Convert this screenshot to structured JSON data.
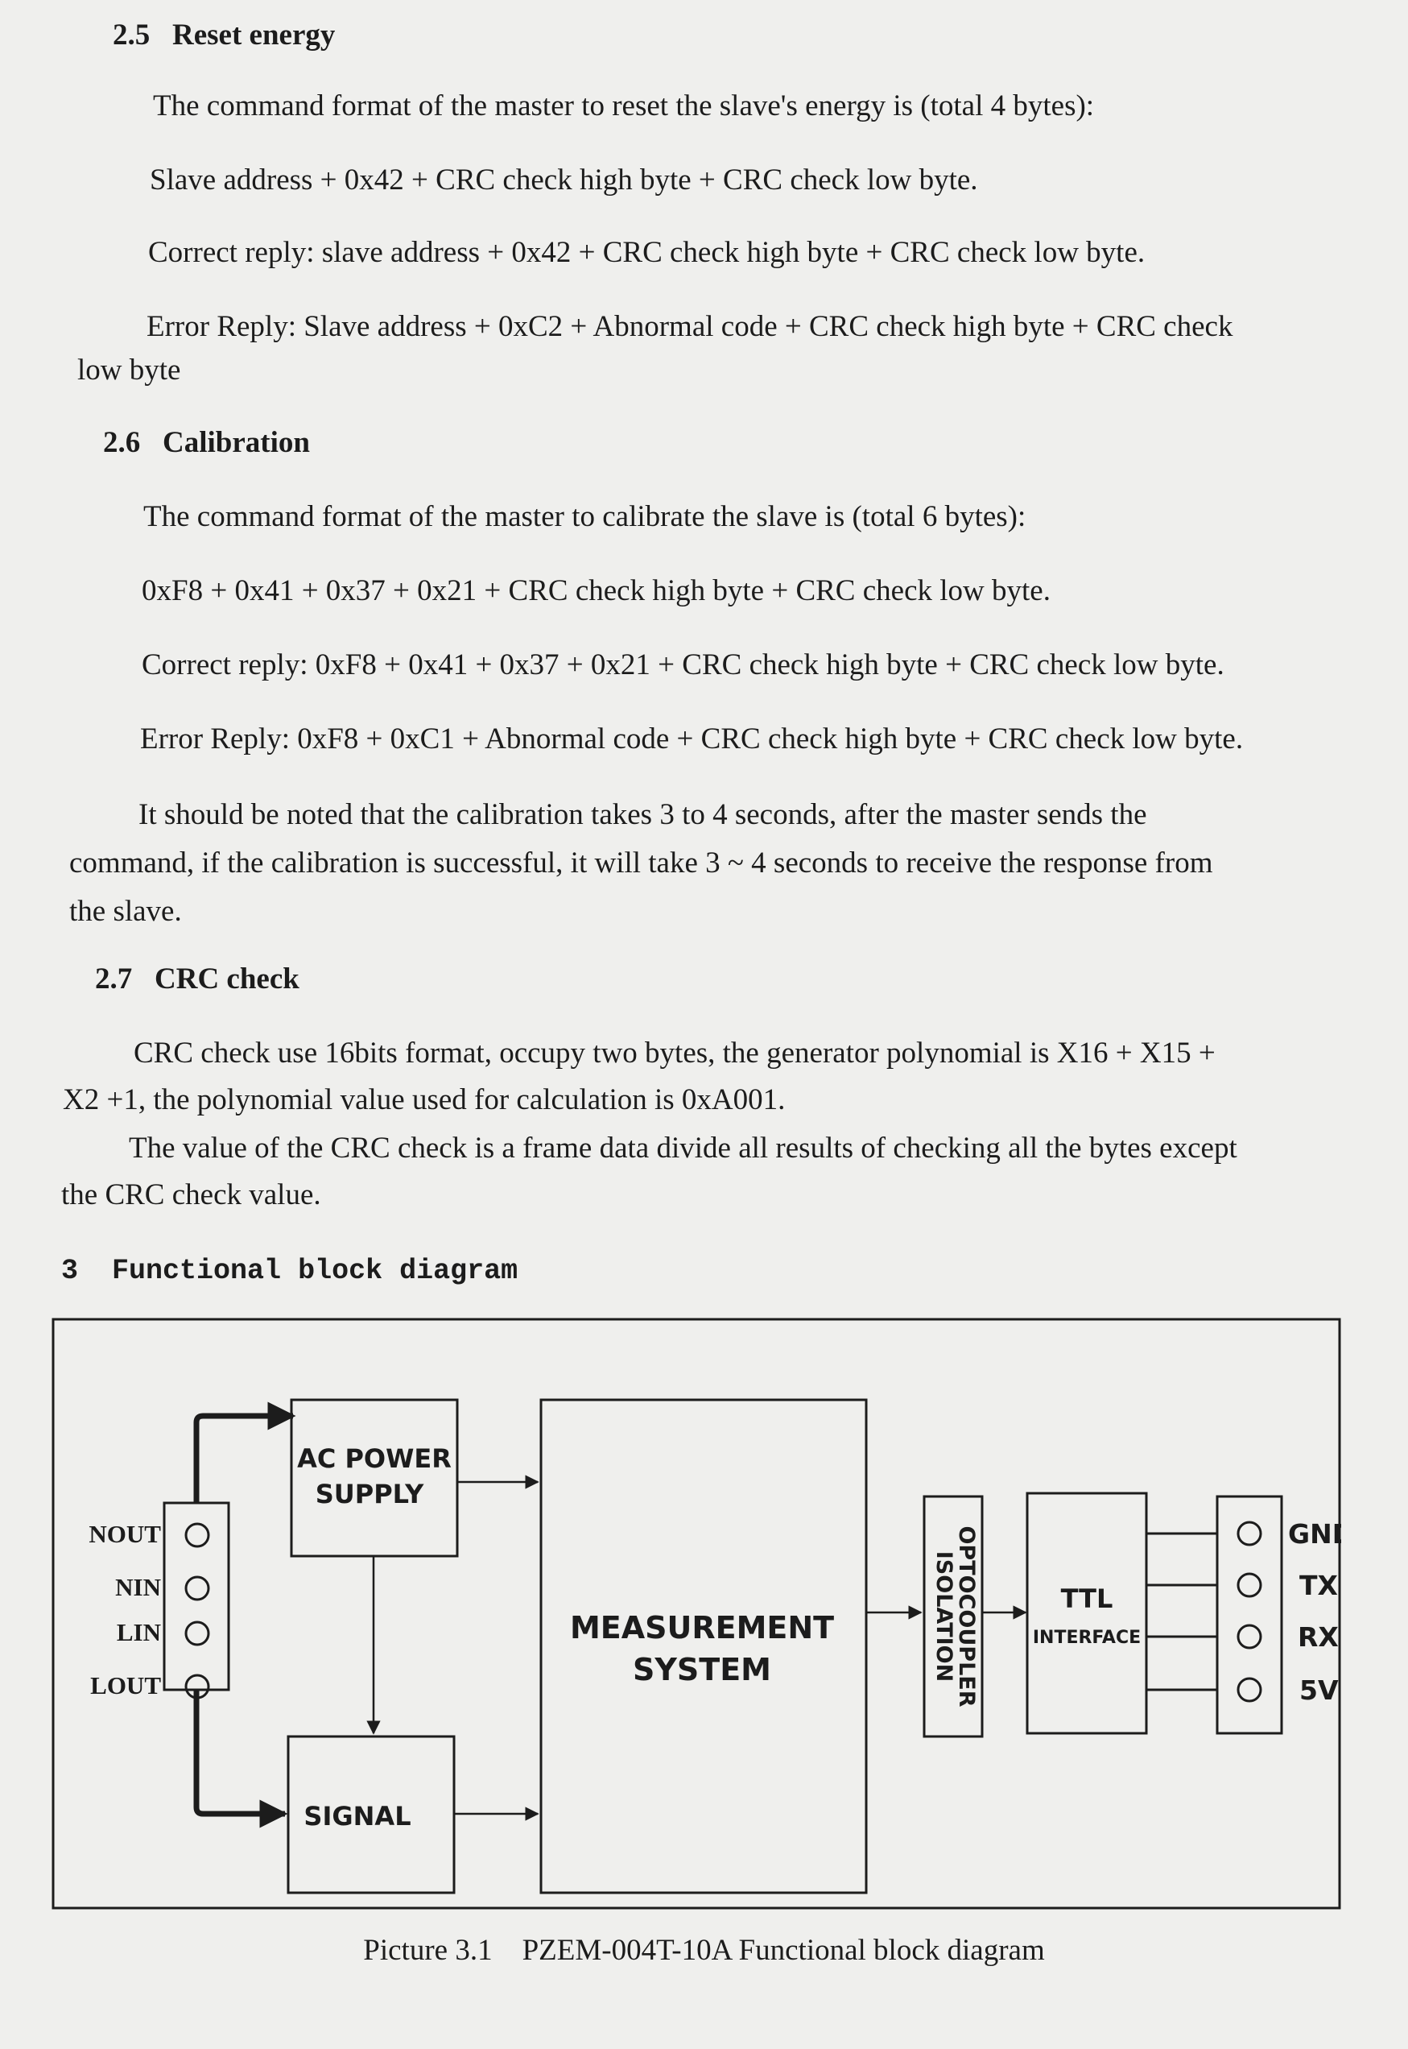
{
  "sections": {
    "reset": {
      "heading_num": "2.5",
      "heading": "Reset energy",
      "p1": "The command format of the master to reset the slave's energy is (total 4 bytes):",
      "p2": "Slave address + 0x42 + CRC check high byte + CRC check low byte.",
      "p3": "Correct reply: slave address + 0x42 + CRC check high byte + CRC check low byte.",
      "p4a": "Error Reply: Slave address + 0xC2 + Abnormal code + CRC check high byte + CRC check",
      "p4b": "low byte"
    },
    "calibration": {
      "heading_num": "2.6",
      "heading": "Calibration",
      "p1": "The command format of the master to calibrate the slave is (total 6 bytes):",
      "p2": "0xF8 + 0x41 + 0x37 + 0x21 + CRC check high byte + CRC check low byte.",
      "p3": "Correct reply: 0xF8 + 0x41 + 0x37 + 0x21 + CRC check high byte + CRC check low byte.",
      "p4": "Error Reply: 0xF8 + 0xC1 + Abnormal code + CRC check high byte + CRC check low byte.",
      "note_a": "It should be noted that the calibration takes 3 to 4 seconds, after the master sends the",
      "note_b": "command, if the calibration is successful, it will take 3 ~ 4 seconds to receive the response from",
      "note_c": "the slave."
    },
    "crc": {
      "heading_num": "2.7",
      "heading": "CRC check",
      "p1a": "CRC check use 16bits format, occupy two bytes, the generator polynomial is X16 + X15 +",
      "p1b": "X2 +1, the polynomial value used for calculation is 0xA001.",
      "p2a": "The value of the CRC check is a frame data divide all results of checking all the bytes except",
      "p2b": "the CRC check value."
    },
    "block": {
      "heading_num": "3",
      "heading": "Functional block diagram"
    }
  },
  "diagram": {
    "left_pins": [
      "NOUT",
      "NIN",
      "LIN",
      "LOUT"
    ],
    "right_pins": [
      "GND",
      "TX",
      "RX",
      "5V"
    ],
    "ac_power_line1": "AC POWER",
    "ac_power_line2": "SUPPLY",
    "signal": "SIGNAL",
    "measurement_line1": "MEASUREMENT",
    "measurement_line2": "SYSTEM",
    "opto_line1": "OPTOCOUPLER",
    "opto_line2": "ISOLATION",
    "ttl_line1": "TTL",
    "ttl_line2": "INTERFACE"
  },
  "caption": {
    "label": "Picture 3.1",
    "text": "PZEM-004T-10A Functional block diagram"
  }
}
